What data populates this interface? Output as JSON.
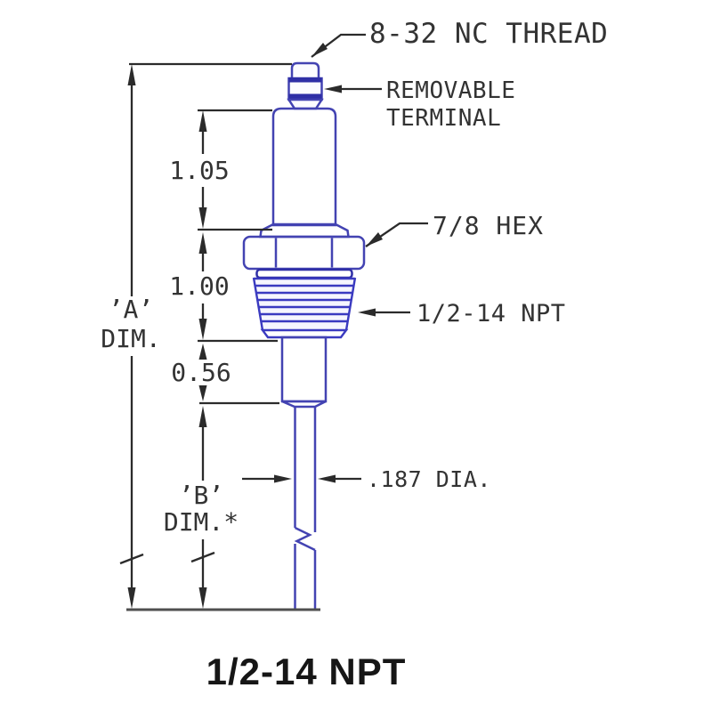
{
  "drawing": {
    "title": "1/2-14 NPT",
    "callouts": {
      "top_thread": "8-32 NC THREAD",
      "terminal_line1": "REMOVABLE",
      "terminal_line2": "TERMINAL",
      "hex": "7/8 HEX",
      "npt": "1/2-14 NPT",
      "rod_diameter": ".187 DIA."
    },
    "dimensions": {
      "insulator_height": "1.05",
      "thread_length": "1.00",
      "collar_length": "0.56",
      "a_label": "’A’",
      "a_word": "DIM.",
      "b_label": "’B’",
      "b_word": "DIM.*"
    },
    "colors": {
      "outline_blue": "#4343b2",
      "thread_blue": "#3a3ac0",
      "dark_blue": "#2e2ea6",
      "dimension_black": "#2b2b2b",
      "text_black": "#333333",
      "background": "#ffffff"
    }
  }
}
